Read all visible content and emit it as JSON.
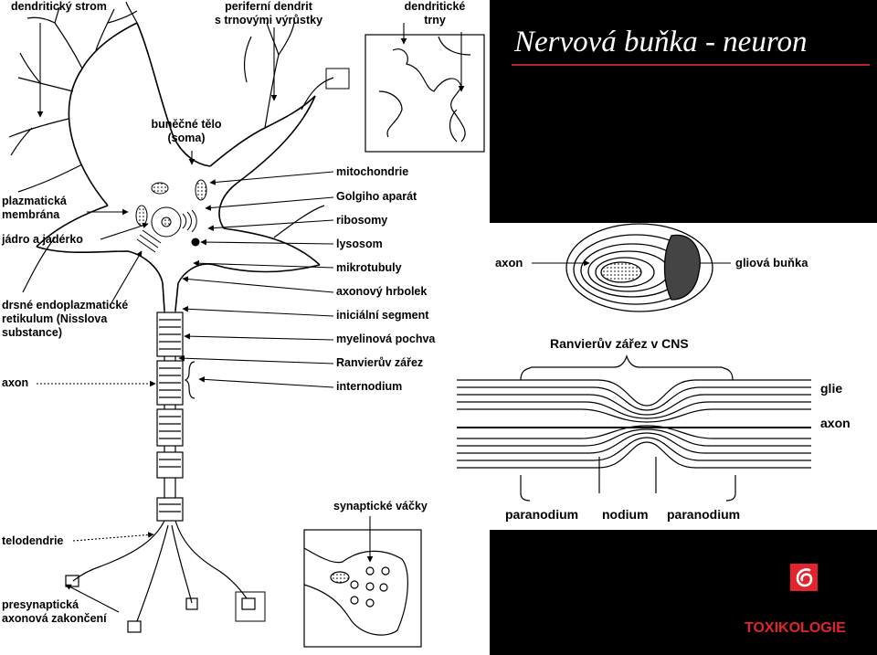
{
  "slide": {
    "title": "Nervová buňka - neuron",
    "brand": "TOXIKOLOGIE",
    "brand_color": "#e2242d",
    "accent_rule_color": "#b3282e",
    "background_panel_color": "#000000",
    "logo_icon": "vscht-logo-icon"
  },
  "neuron": {
    "dendritic_tree": "dendritický strom",
    "peripheral_dendrite": [
      "periferní dendrit",
      "s trnovými výrůstky"
    ],
    "dendritic_spines": [
      "dendritické",
      "trny"
    ],
    "cell_body": [
      "buněčné tělo",
      "(soma)"
    ],
    "plasma_membrane": [
      "plazmatická",
      "membrána"
    ],
    "nucleus": "jádro a jadérko",
    "rough_er": [
      "drsné endoplazmatické",
      "retikulum (Nisslova",
      "substance)"
    ],
    "axon": "axon",
    "telodendria": "telodendrie",
    "presynaptic_terminal": [
      "presynaptická",
      "axonová zakončení"
    ],
    "synaptic_vesicles": "synaptické váčky",
    "right_labels": [
      "mitochondrie",
      "Golgiho aparát",
      "ribosomy",
      "lysosom",
      "mikrotubuly",
      "axonový hrbolek",
      "iniciální segment",
      "myelinová pochva",
      "Ranvierův zářez",
      "internodium"
    ]
  },
  "myelin": {
    "axon": "axon",
    "glial_cell": "gliová buňka",
    "node_title": "Ranvierův zářez v CNS",
    "glia": "glie",
    "axon2": "axon",
    "paranodium_left": "paranodium",
    "nodium": "nodium",
    "paranodium_right": "paranodium"
  }
}
